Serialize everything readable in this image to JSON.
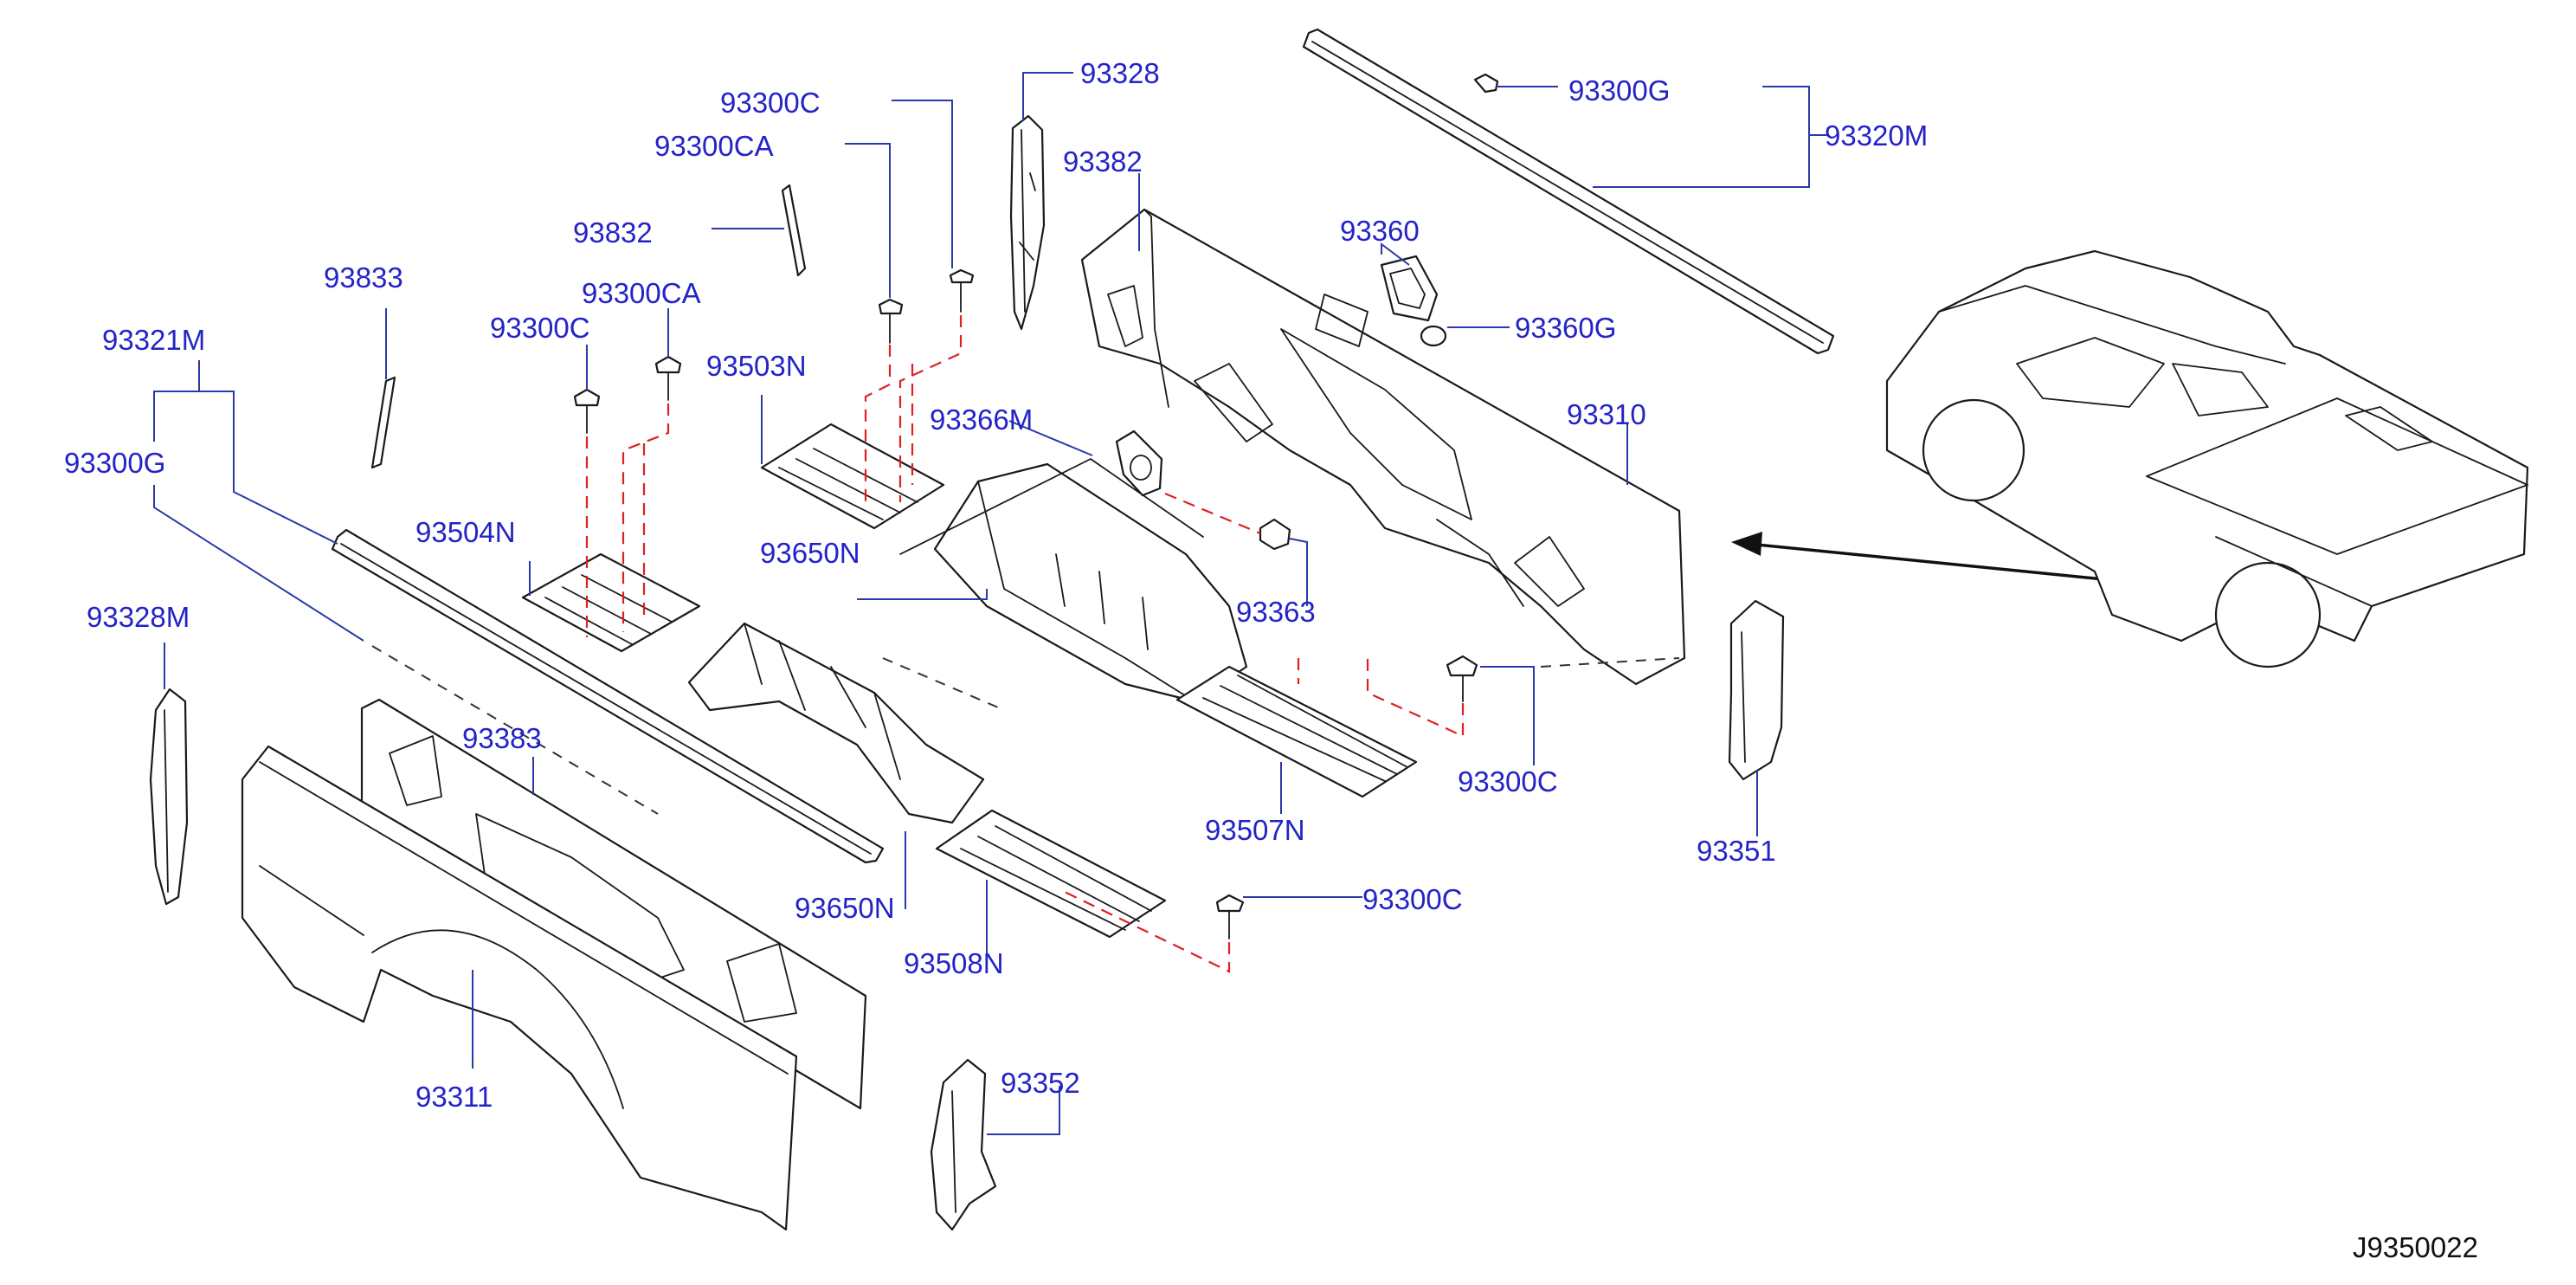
{
  "diagram_id": "J9350022",
  "colors": {
    "callout_text": "#2323c8",
    "leader_line": "#2a3aa8",
    "fastener_path": "#e02020",
    "part_outline": "#1a1a1a"
  },
  "callouts": {
    "c_93300C_top": "93300C",
    "c_93300CA_top": "93300CA",
    "c_93328_top": "93328",
    "c_93300G_top": "93300G",
    "c_93320M": "93320M",
    "c_93382": "93382",
    "c_93832": "93832",
    "c_93360": "93360",
    "c_93833": "93833",
    "c_93300CA_mid": "93300CA",
    "c_93360G": "93360G",
    "c_93300C_mid": "93300C",
    "c_93321M": "93321M",
    "c_93503N": "93503N",
    "c_93310": "93310",
    "c_93366M": "93366M",
    "c_93300G_left": "93300G",
    "c_93504N": "93504N",
    "c_93650N_top": "93650N",
    "c_93363": "93363",
    "c_93328M": "93328M",
    "c_93383": "93383",
    "c_93300C_right": "93300C",
    "c_93507N": "93507N",
    "c_93351": "93351",
    "c_93300C_low": "93300C",
    "c_93650N_low": "93650N",
    "c_93508N": "93508N",
    "c_93352": "93352",
    "c_93311": "93311"
  }
}
